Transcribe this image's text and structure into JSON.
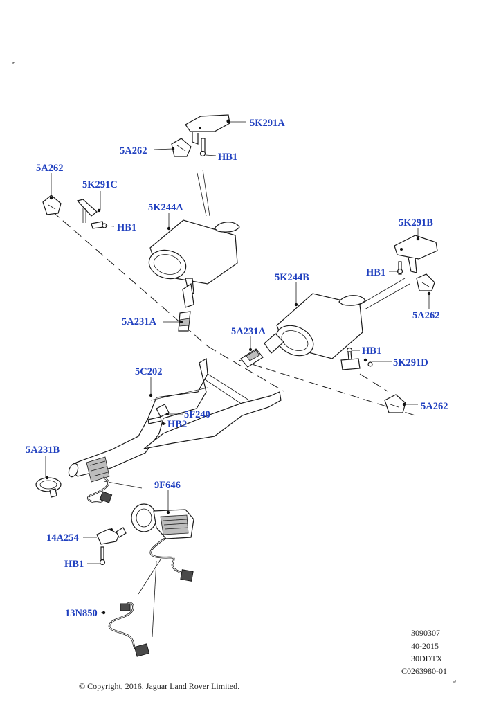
{
  "labels": {
    "bracket_top": "5K291A",
    "clamp_top": "5A262",
    "bolt_top": "HB1",
    "clamp_left": "5A262",
    "bracket_left": "5K291C",
    "bolt_left": "HB1",
    "muffler_left": "5K244A",
    "sleeve_left": "5A231A",
    "bracket_right": "5K291B",
    "bolt_right": "HB1",
    "clamp_right": "5A262",
    "muffler_right": "5K244B",
    "sleeve_right": "5A231A",
    "bolt_right2": "HB1",
    "bracket_right2": "5K291D",
    "clamp_right2": "5A262",
    "front_pipe": "5C202",
    "sensor_plug": "5F240",
    "bolt_hb2": "HB2",
    "clamp_front": "5A231B",
    "valve": "9F646",
    "bracket_valve": "14A254",
    "bolt_valve": "HB1",
    "harness": "13N850"
  },
  "meta": {
    "line1": "3090307",
    "line2": "40-2015",
    "line3": "30DDTX",
    "line4": "C0263980-01"
  },
  "copyright": "© Copyright, 2016. Jaguar Land Rover Limited."
}
